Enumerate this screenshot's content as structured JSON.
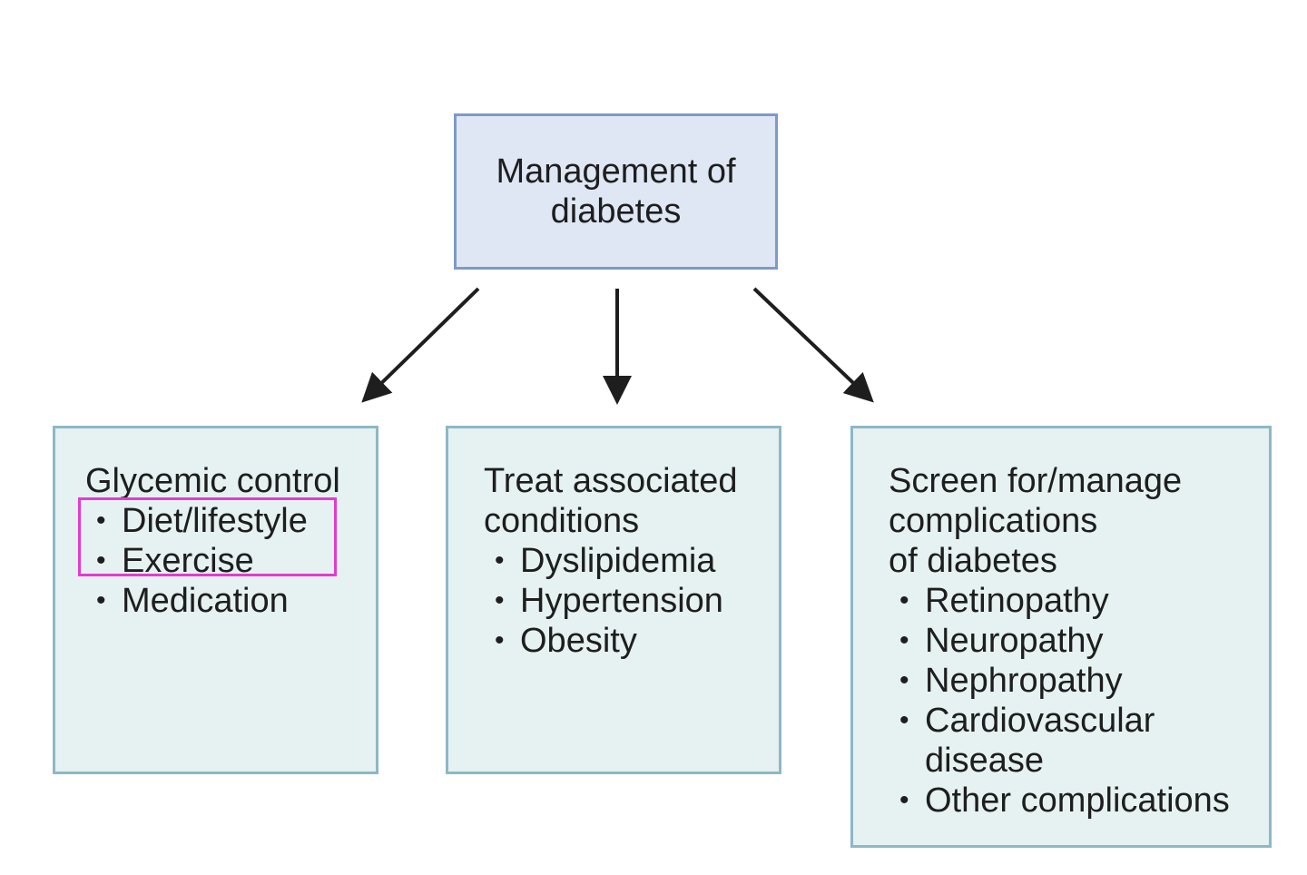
{
  "root": {
    "title": "Management of diabetes"
  },
  "boxes": [
    {
      "heading": "Glycemic control",
      "items": [
        "Diet/lifestyle",
        "Exercise",
        "Medication"
      ]
    },
    {
      "heading": "Treat associated\nconditions",
      "items": [
        "Dyslipidemia",
        "Hypertension",
        "Obesity"
      ]
    },
    {
      "heading": "Screen for/manage\ncomplications\nof diabetes",
      "items": [
        "Retinopathy",
        "Neuropathy",
        "Nephropathy",
        "Cardiovascular disease",
        "Other complications"
      ]
    }
  ],
  "bullet": "•",
  "colors": {
    "root_fill": "#dfe7f5",
    "root_border": "#7c9bc6",
    "box_fill": "#e6f1f1",
    "box_border": "#8db8c6",
    "highlight": "#e43bd0",
    "arrow": "#1e1e1e"
  }
}
